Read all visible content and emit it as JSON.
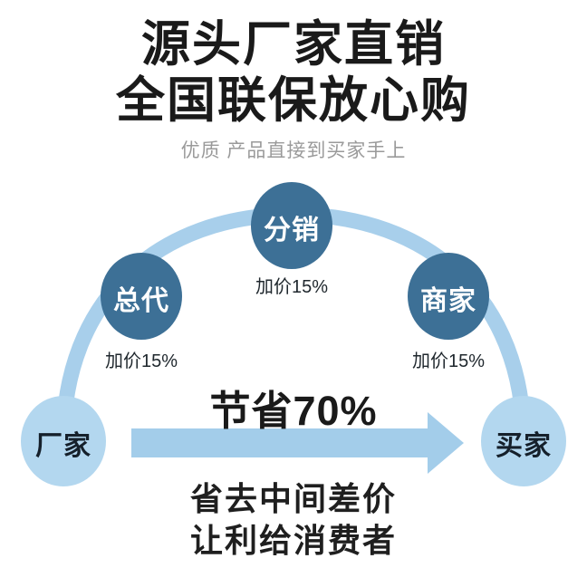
{
  "header": {
    "headline_line1": "源头厂家直销",
    "headline_line2": "全国联保放心购",
    "subtitle": "优质 产品直接到买家手上"
  },
  "diagram": {
    "nodes": [
      {
        "id": "factory",
        "label": "厂家",
        "style": "light"
      },
      {
        "id": "agent",
        "label": "总代",
        "style": "dark",
        "markup": "加价15%"
      },
      {
        "id": "distributor",
        "label": "分销",
        "style": "dark",
        "markup": "加价15%"
      },
      {
        "id": "merchant",
        "label": "商家",
        "style": "dark",
        "markup": "加价15%"
      },
      {
        "id": "buyer",
        "label": "买家",
        "style": "light"
      }
    ],
    "arrow_label": "节省70%"
  },
  "footer": {
    "line1": "省去中间差价",
    "line2": "让利给消费者"
  },
  "colors": {
    "background": "#ffffff",
    "node_dark": "#3d7096",
    "node_light": "#b3d7ef",
    "arc": "#a8cfeb",
    "arrow": "#a3cdea",
    "headline_text": "#1a1a1a",
    "subtitle_text": "#9a9a9a",
    "dark_node_text": "#ffffff",
    "light_node_text": "#15202b"
  }
}
